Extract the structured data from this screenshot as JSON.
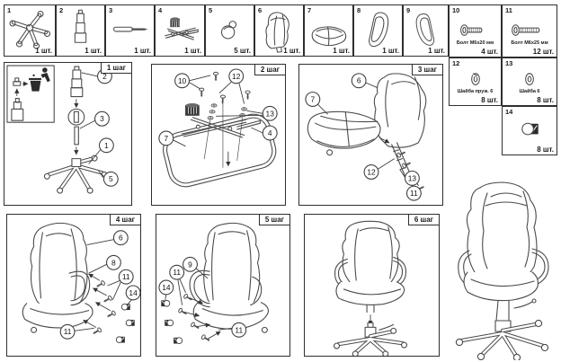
{
  "parts": [
    {
      "num": "1",
      "qty": "1 шт.",
      "icon": "five-star-base-icon"
    },
    {
      "num": "2",
      "qty": "1 шт.",
      "icon": "gas-lift-icon"
    },
    {
      "num": "3",
      "qty": "1 шт.",
      "icon": "rod-icon"
    },
    {
      "num": "4",
      "qty": "1 шт.",
      "icon": "tilt-mechanism-icon"
    },
    {
      "num": "5",
      "qty": "5 шт.",
      "icon": "caster-icon"
    },
    {
      "num": "6",
      "qty": "1 шт.",
      "icon": "backrest-icon"
    },
    {
      "num": "7",
      "qty": "1 шт.",
      "icon": "seat-icon"
    },
    {
      "num": "8",
      "qty": "1 шт.",
      "icon": "armrest-left-icon"
    },
    {
      "num": "9",
      "qty": "1 шт.",
      "icon": "armrest-right-icon"
    },
    {
      "num": "10",
      "label": "Болт М6х20 мм",
      "qty": "4 шт.",
      "icon": "bolt-icon"
    },
    {
      "num": "11",
      "label": "Болт М6х25 мм",
      "qty": "12 шт.",
      "icon": "long-bolt-icon"
    },
    {
      "num": "12",
      "label": "Шайба пруж. 6",
      "qty": "8 шт.",
      "icon": "spring-washer-icon"
    },
    {
      "num": "13",
      "label": "Шайба 6",
      "qty": "8 шт.",
      "icon": "washer-icon"
    },
    {
      "num": "14",
      "qty": "8 шт.",
      "icon": "cap-icon"
    }
  ],
  "steps": [
    {
      "label": "1 шаг",
      "callouts": [
        "2",
        "3",
        "1",
        "5"
      ]
    },
    {
      "label": "2 шаг",
      "callouts": [
        "10",
        "12",
        "13",
        "4",
        "7"
      ]
    },
    {
      "label": "3 шаг",
      "callouts": [
        "6",
        "7",
        "12",
        "13",
        "11"
      ]
    },
    {
      "label": "4 шаг",
      "callouts": [
        "6",
        "8",
        "11",
        "14",
        "11"
      ]
    },
    {
      "label": "5 шаг",
      "callouts": [
        "9",
        "11",
        "14",
        "11"
      ]
    },
    {
      "label": "6 шаг",
      "callouts": []
    }
  ],
  "colors": {
    "line": "#4a4a4a",
    "border": "#2f2f2f",
    "black_fill": "#2b2b2b"
  }
}
